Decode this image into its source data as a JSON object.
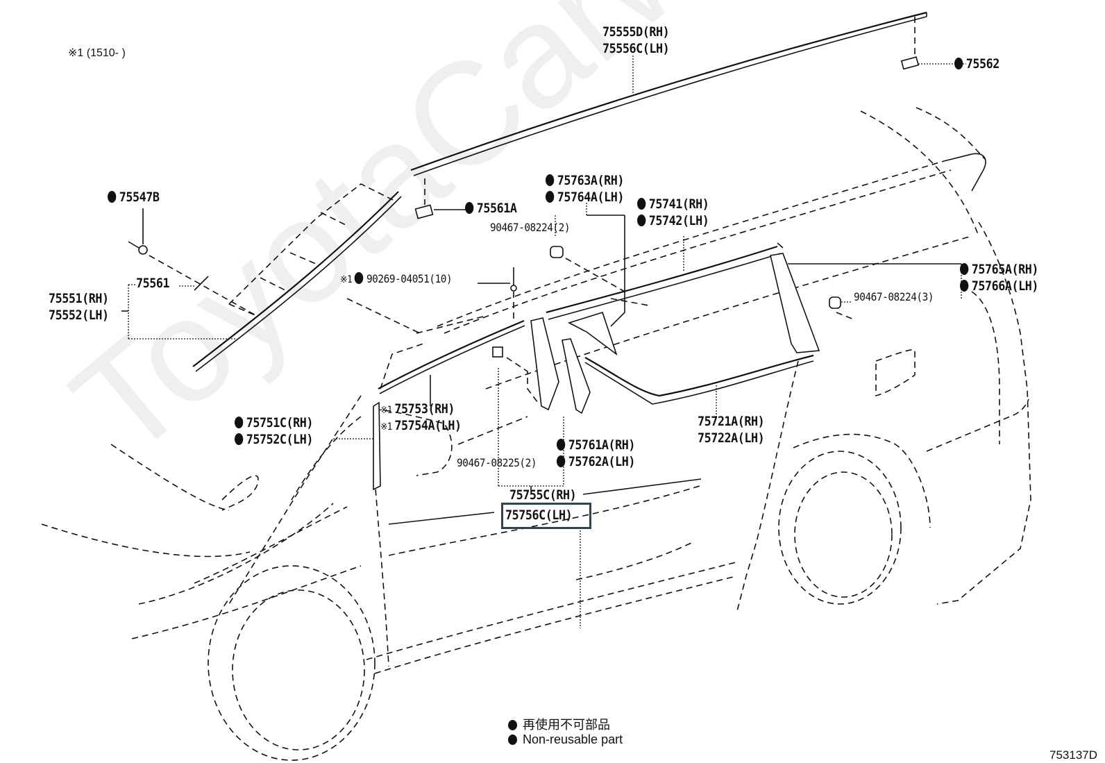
{
  "diagram": {
    "type": "parts-exploded-view",
    "subject": "Van side moulding / pillar garnish assembly",
    "note": "※1 (1510-      )",
    "watermark": "ToyotaCarwiner.ru",
    "figure_code": "753137D",
    "highlighted_part": "75756C(LH)",
    "highlight_color": "#2e4450"
  },
  "labels": {
    "roof_moulding_rh": "75555D(RH)",
    "roof_moulding_lh": "75556C(LH)",
    "clip_75562": "75562",
    "clip_75547b": "75547B",
    "clip_75561a": "75561A",
    "clip_75561": "75561",
    "drip_rh": "75551(RH)",
    "drip_lh": "75552(LH)",
    "garnish_75763a": "75763A(RH)",
    "garnish_75764a": "75764A(LH)",
    "clip_90467_2": "90467-08224(2)",
    "moulding_75741": "75741(RH)",
    "moulding_75742": "75742(LH)",
    "ref_mark": "※1",
    "screw_90269": "90269-04051(10)",
    "garnish_75765a": "75765A(RH)",
    "garnish_75766a": "75766A(LH)",
    "clip_90467_3": "90467-08224(3)",
    "moulding_75753": "75753(RH)",
    "moulding_75754a": "75754A(LH)",
    "pillar_75751c": "75751C(RH)",
    "pillar_75752c": "75752C(LH)",
    "clip_90467_08225": "90467-08225(2)",
    "garnish_75761a": "75761A(RH)",
    "garnish_75762a": "75762A(LH)",
    "belt_75721a": "75721A(RH)",
    "belt_75722a": "75722A(LH)",
    "pillar_75755c": "75755C(RH)",
    "pillar_75756c": "75756C(LH)"
  },
  "legend": {
    "items": [
      {
        "symbol": "filled-dot",
        "text": "再使用不可部品"
      },
      {
        "symbol": "filled-dot",
        "text": "Non-reusable part"
      }
    ]
  }
}
